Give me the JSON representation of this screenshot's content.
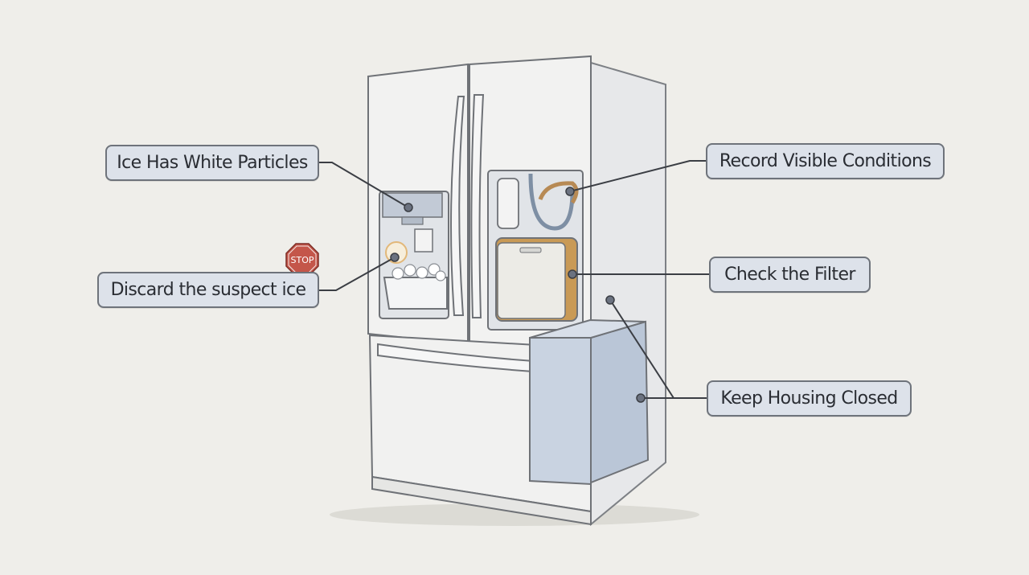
{
  "callouts": {
    "ice_particles": "Ice Has White Particles",
    "discard_ice": "Discard the suspect ice",
    "record_conditions": "Record Visible Conditions",
    "check_filter": "Check the Filter",
    "keep_closed": "Keep Housing Closed"
  },
  "stop_sign": {
    "text": "STOP",
    "color": "#c4564a"
  },
  "colors": {
    "background": "#efeeea",
    "label_fill": "#dde2ea",
    "label_border": "#6e737b",
    "filter_housing": "#c99a56",
    "housing_panel": "#c9d3e1"
  }
}
